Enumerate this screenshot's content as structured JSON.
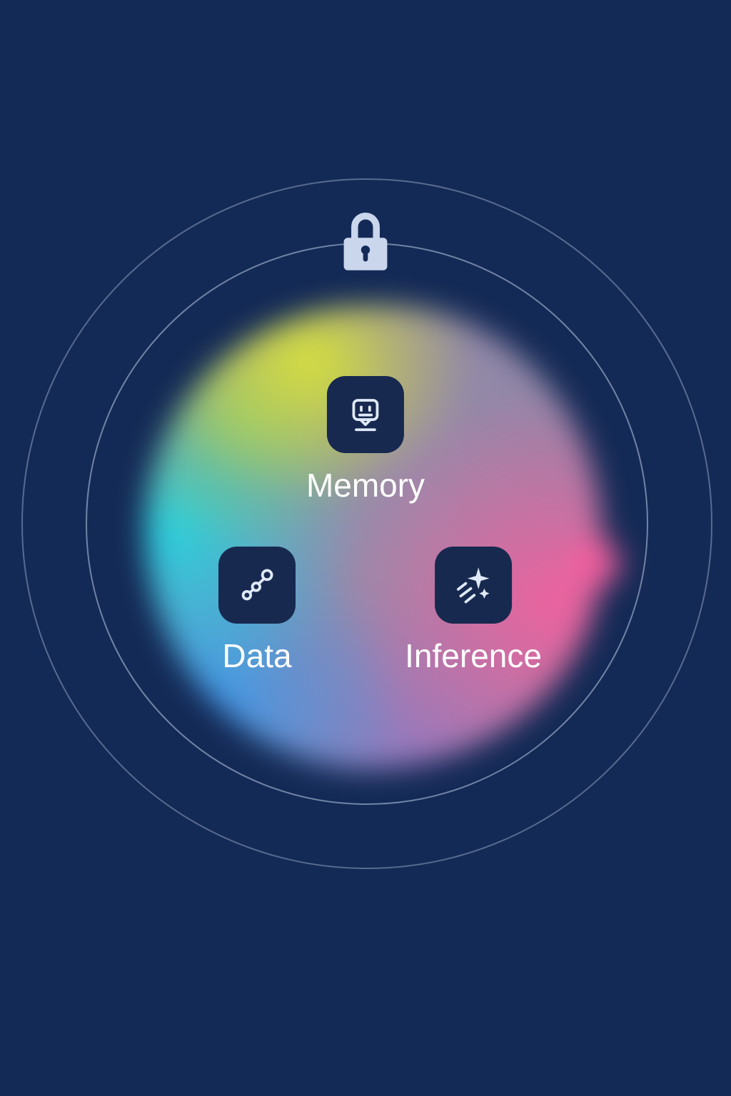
{
  "lock": {
    "icon": "padlock-icon"
  },
  "nodes": [
    {
      "id": "memory",
      "label": "Memory",
      "icon": "chatbot-message-icon"
    },
    {
      "id": "data",
      "label": "Data",
      "icon": "trend-scatter-icon"
    },
    {
      "id": "inference",
      "label": "Inference",
      "icon": "sparkles-icon"
    }
  ],
  "colors": {
    "background": "#142a56",
    "ring": "#becde6",
    "lock": "#c9d6ec",
    "icon_tile": "#17294f",
    "icon_glyph": "#dfe9f8",
    "label_text": "#ffffff",
    "blob_yellow": "#d7e03c",
    "blob_green": "#8cd25a",
    "blob_cyan": "#22d4e2",
    "blob_blue": "#389bf0",
    "blob_pink": "#f35f9e",
    "blob_purple": "#8d84a5"
  }
}
